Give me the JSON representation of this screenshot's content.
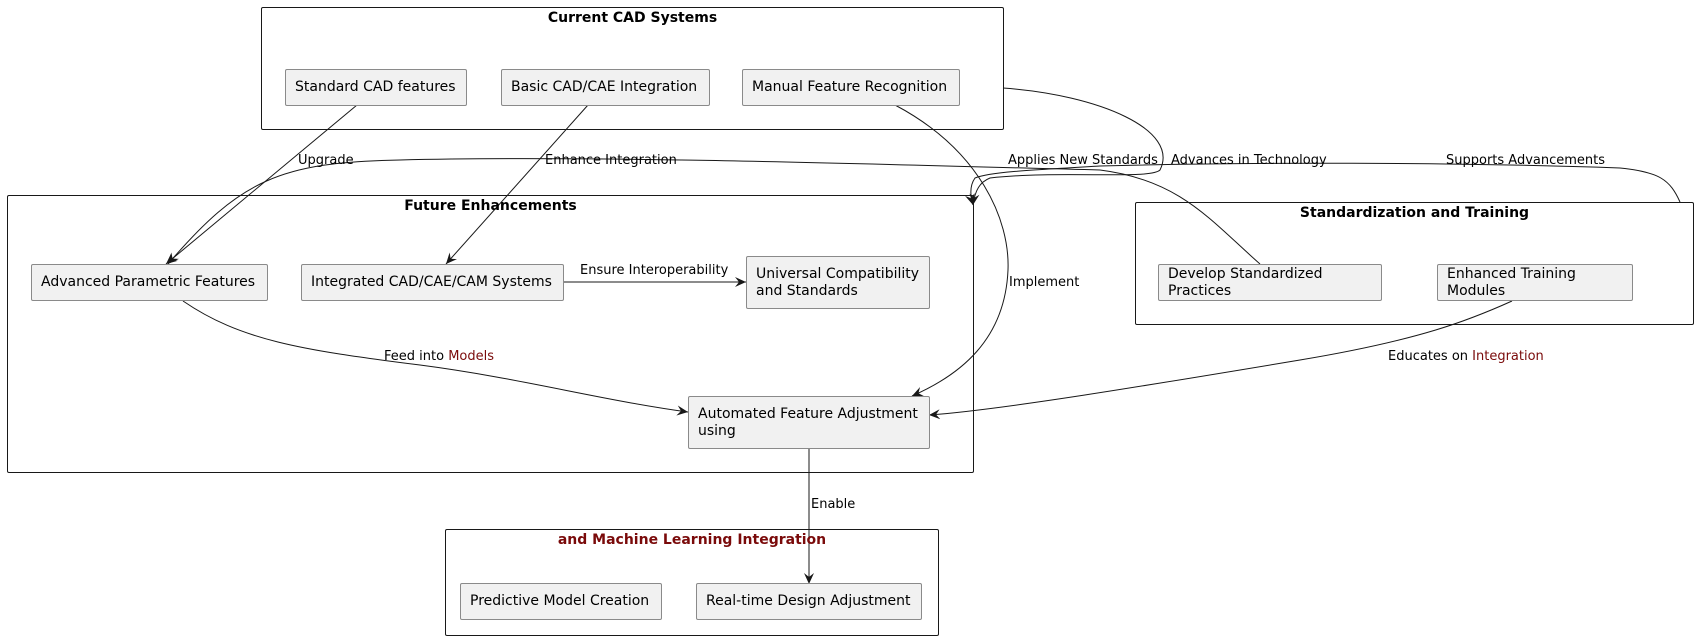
{
  "packages": {
    "current": {
      "title": "Current CAD Systems"
    },
    "future": {
      "title": "Future Enhancements"
    },
    "standard": {
      "title": "Standardization and Training"
    },
    "ml": {
      "title": "and Machine Learning Integration"
    }
  },
  "nodes": {
    "standard_cad": "Standard CAD features",
    "basic_integration": "Basic CAD/CAE Integration",
    "manual_recognition": "Manual Feature Recognition",
    "advanced_parametric": "Advanced Parametric Features",
    "integrated_systems": "Integrated CAD/CAE/CAM Systems",
    "universal_compat": "Universal Compatibility\nand Standards",
    "automated_adjust": "Automated Feature Adjustment\nusing",
    "develop_practices": "Develop Standardized Practices",
    "training_modules": "Enhanced Training Modules",
    "predictive_model": "Predictive Model Creation",
    "realtime_adjust": "Real-time Design Adjustment"
  },
  "edges": {
    "upgrade": "Upgrade",
    "enhance_integration": "Enhance Integration",
    "applies_standards": "Applies New Standards",
    "advances_tech": "Advances in Technology",
    "supports_adv": "Supports Advancements",
    "implement": "Implement",
    "ensure_interop": "Ensure Interoperability",
    "feed_into": "Feed into ",
    "feed_into_hl": "Models",
    "educates_on": "Educates on ",
    "educates_on_hl": "Integration",
    "enable": "Enable"
  },
  "colors": {
    "highlight": "#7a0a0a",
    "node_fill": "#f1f1f1",
    "line": "#181818"
  }
}
